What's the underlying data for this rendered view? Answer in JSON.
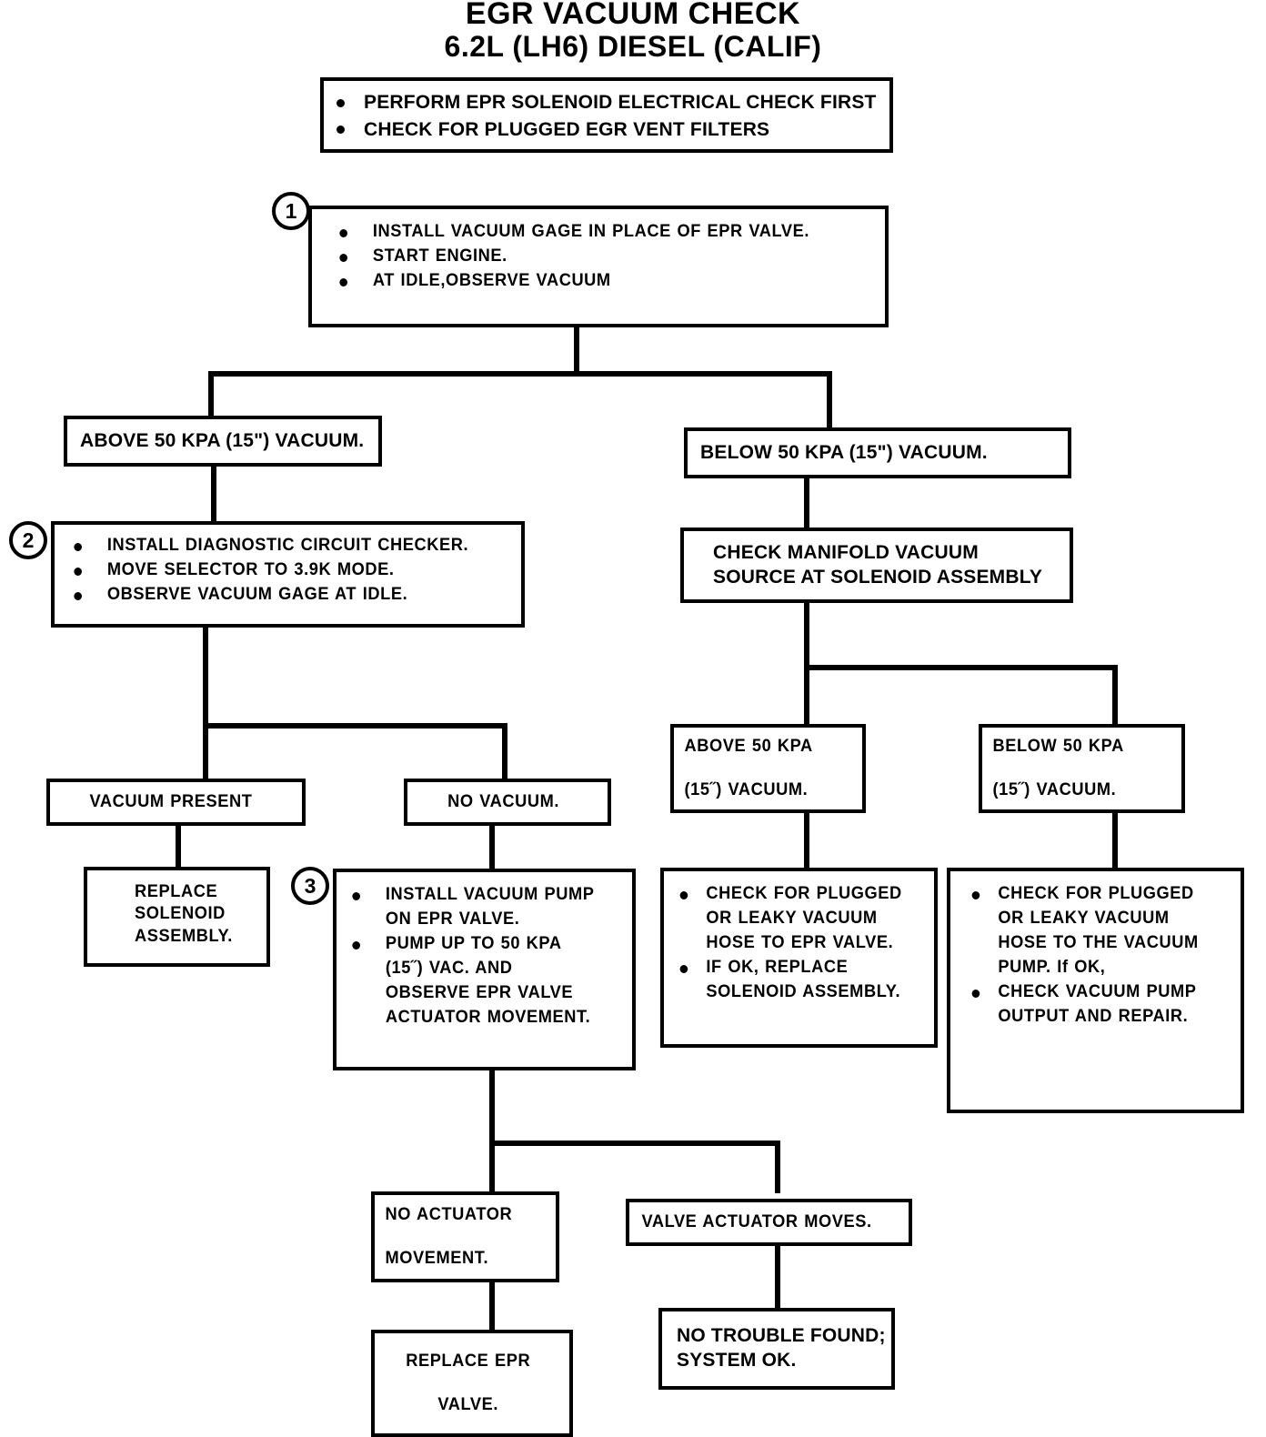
{
  "title": {
    "line1": "EGR VACUUM CHECK",
    "line2": "6.2L (LH6) DIESEL (CALIF)"
  },
  "markers": {
    "one": "1",
    "two": "2",
    "three": "3"
  },
  "nodes": {
    "prereq": {
      "name": "prerequisites-box",
      "bullets": [
        "PERFORM EPR SOLENOID ELECTRICAL CHECK FIRST",
        "CHECK FOR PLUGGED EGR VENT FILTERS"
      ]
    },
    "step1": {
      "name": "step-1-box",
      "bullets": [
        "INSTALL VACUUM GAGE IN PLACE OF EPR VALVE.",
        "START ENGINE.",
        "AT IDLE,OBSERVE VACUUM"
      ]
    },
    "above50_left": {
      "text": "ABOVE 50 KPA (15\") VACUUM."
    },
    "below50_right": {
      "text": "BELOW 50 KPA (15\") VACUUM."
    },
    "step2": {
      "name": "step-2-box",
      "bullets": [
        "INSTALL DIAGNOSTIC CIRCUIT CHECKER.",
        "MOVE SELECTOR TO 3.9K MODE.",
        "OBSERVE VACUUM GAGE AT IDLE."
      ]
    },
    "check_manifold": {
      "text": "CHECK MANIFOLD VACUUM\nSOURCE AT SOLENOID ASSEMBLY"
    },
    "vacuum_present": {
      "text": "VACUUM PRESENT"
    },
    "no_vacuum": {
      "text": "NO VACUUM."
    },
    "above50_mid": {
      "text": "ABOVE 50 KPA\n\n(15˝) VACUUM."
    },
    "below50_mid": {
      "text": "BELOW 50 KPA\n\n(15˝) VACUUM."
    },
    "replace_solenoid": {
      "text": "REPLACE\nSOLENOID\nASSEMBLY."
    },
    "step3": {
      "name": "step-3-box",
      "bullets": [
        "INSTALL VACUUM PUMP\nON EPR VALVE.",
        "PUMP UP TO 50 KPA\n(15˝) VAC. AND\nOBSERVE EPR VALVE\nACTUATOR MOVEMENT."
      ]
    },
    "check_hose_epr": {
      "name": "check-hose-epr-box",
      "bullets": [
        "CHECK FOR PLUGGED\nOR LEAKY VACUUM\nHOSE TO EPR VALVE.",
        "IF OK, REPLACE\nSOLENOID ASSEMBLY."
      ]
    },
    "check_hose_pump": {
      "name": "check-hose-pump-box",
      "bullets": [
        "CHECK FOR PLUGGED\nOR LEAKY VACUUM\nHOSE TO THE VACUUM\nPUMP.  If OK,",
        "CHECK VACUUM PUMP\nOUTPUT AND REPAIR."
      ]
    },
    "no_actuator": {
      "text": "NO ACTUATOR\n\nMOVEMENT."
    },
    "valve_moves": {
      "text": "VALVE ACTUATOR MOVES."
    },
    "replace_epr": {
      "text": "REPLACE EPR\n\nVALVE."
    },
    "no_trouble": {
      "text": "NO TROUBLE FOUND;\nSYSTEM OK."
    }
  }
}
